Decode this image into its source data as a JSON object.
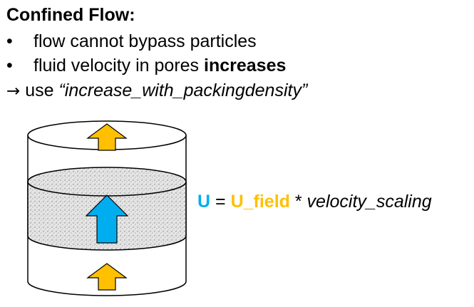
{
  "title": "Confined Flow:",
  "bullets": [
    {
      "marker": "•",
      "text": "flow cannot bypass particles",
      "bold_suffix": ""
    },
    {
      "marker": "•",
      "text": "fluid velocity in pores ",
      "bold_suffix": "increases"
    }
  ],
  "use_line": {
    "arrow": "→",
    "prefix": " use ",
    "quoted": "“increase_with_packingdensity”"
  },
  "formula": {
    "u": "U",
    "equals": " = ",
    "u_field": "U_field",
    "times": " * ",
    "scaling": "velocity_scaling"
  },
  "colors": {
    "fast_flow": "#00aeef",
    "slow_flow": "#ffc000",
    "packing": "#d8d8d8",
    "outline": "#000000"
  },
  "icons": {
    "top_arrow": "up-arrow-icon",
    "middle_arrow": "up-arrow-icon",
    "bottom_arrow": "up-arrow-icon"
  }
}
